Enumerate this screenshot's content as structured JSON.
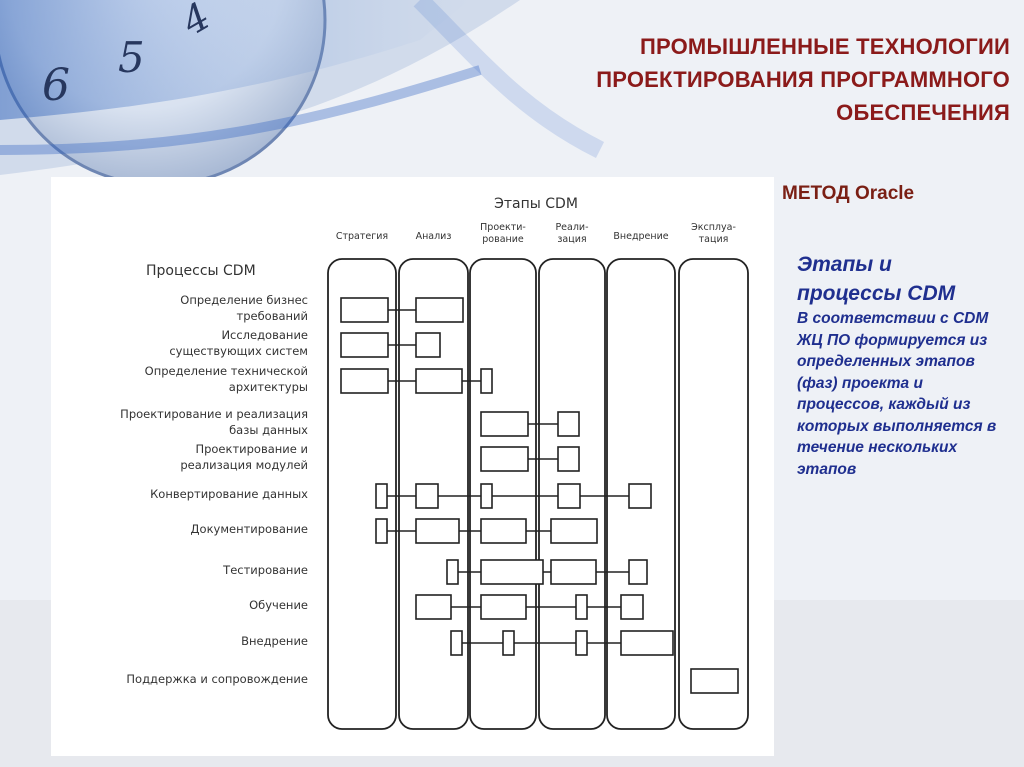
{
  "slide": {
    "title_lines": [
      "ПРОМЫШЛЕННЫЕ ТЕХНОЛОГИИ",
      "ПРОЕКТИРОВАНИЯ ПРОГРАММНОГО",
      "ОБЕСПЕЧЕНИЯ"
    ],
    "method": "МЕТОД Oracle",
    "side_heading_lines": [
      "Этапы и",
      "процессы CDM"
    ],
    "side_body": "В соответствии с CDM ЖЦ ПО формируется из определенных этапов (фаз) проекта и процессов, каждый из которых выполняется в течение нескольких этапов",
    "clock_numbers": [
      "6",
      "5",
      "4"
    ],
    "colors": {
      "title": "#8b1a1a",
      "method": "#7a1f14",
      "side_text": "#1f2f8f"
    }
  },
  "diagram": {
    "stages_title": "Этапы CDM",
    "processes_title": "Процессы CDM",
    "stages": [
      {
        "lines": [
          "Стратегия"
        ]
      },
      {
        "lines": [
          "Анализ"
        ]
      },
      {
        "lines": [
          "Проекти-",
          "рование"
        ]
      },
      {
        "lines": [
          "Реали-",
          "зация"
        ]
      },
      {
        "lines": [
          "Внедрение"
        ]
      },
      {
        "lines": [
          "Эксплуа-",
          "тация"
        ]
      }
    ],
    "processes": [
      {
        "lines": [
          "Определение бизнес",
          "требований"
        ]
      },
      {
        "lines": [
          "Исследование",
          "существующих систем"
        ]
      },
      {
        "lines": [
          "Определение технической",
          "архитектуры"
        ]
      },
      {
        "lines": [
          "Проектирование и реализация",
          "базы данных"
        ]
      },
      {
        "lines": [
          "Проектирование и",
          "реализация модулей"
        ]
      },
      {
        "lines": [
          "Конвертирование данных"
        ]
      },
      {
        "lines": [
          "Документирование"
        ]
      },
      {
        "lines": [
          "Тестирование"
        ]
      },
      {
        "lines": [
          "Обучение"
        ]
      },
      {
        "lines": [
          "Внедрение"
        ]
      },
      {
        "lines": [
          "Поддержка и сопровождение"
        ]
      }
    ]
  }
}
